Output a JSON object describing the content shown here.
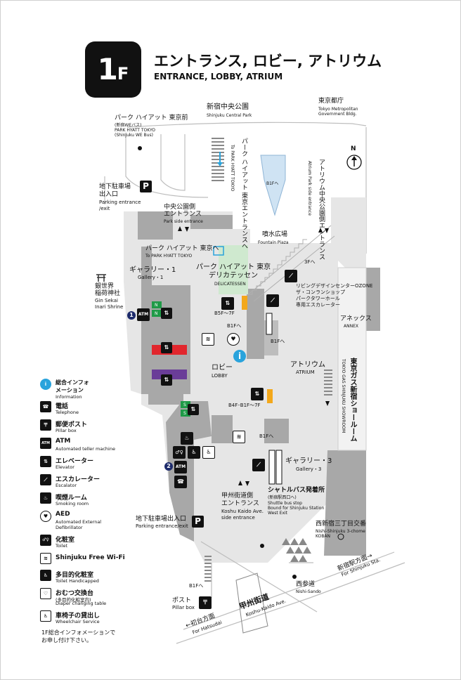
{
  "floor": {
    "number": "1",
    "suffix": "F"
  },
  "title": {
    "jp": "エントランス, ロビー, アトリウム",
    "en": "ENTRANCE, LOBBY, ATRIUM"
  },
  "colors": {
    "walkway": "#e6e6e6",
    "building": "#a8a8a8",
    "deli": "#cfe9cf",
    "accent": "#f3a81b",
    "info": "#29a3dc",
    "water": "#cfe3f3",
    "elev_green": "#1f9a47",
    "elev_red": "#e1262d",
    "elev_purple": "#6a3d98",
    "dot_navy": "#1d2b6b"
  },
  "map_labels": {
    "park_hyatt_bus_jp": "パーク ハイアット 東京前",
    "park_hyatt_bus_sub": "(新宿WEバス)",
    "park_hyatt_bus_en1": "PARK HYATT TOKYO",
    "park_hyatt_bus_en2": "(Shinjuku WE Bus)",
    "central_park_jp": "新宿中央公園",
    "central_park_en": "Shinjuku Central Park",
    "tmg_jp": "東京都庁",
    "tmg_en1": "Tokyo Metropolitan",
    "tmg_en2": "Government Bldg.",
    "north": "N",
    "park_hyatt_entrance_v_jp": "パーク ハイアット 東京エントランスへ",
    "park_hyatt_entrance_v_en": "To PARK HYATT TOKYO",
    "b1f_to": "B1Fへ",
    "atrium_park_side_jp": "アトリウム中央公園側エントランス",
    "atrium_park_side_en": "Atrium Park side entrance",
    "parking_entrance_jp1": "地下駐車場",
    "parking_entrance_jp2": "出入口",
    "parking_entrance_en1": "Parking entrance",
    "parking_entrance_en2": "/exit",
    "park_side_entrance_jp1": "中央公園側",
    "park_side_entrance_jp2": "エントランス",
    "park_side_entrance_en": "Park side entrance",
    "fountain_plaza_jp": "噴水広場",
    "fountain_plaza_en": "Fountain Piaza",
    "to_park_hyatt_jp": "パーク ハイアット 東京へ",
    "to_park_hyatt_en": "To PARK HYATT TOKYO",
    "gallery1_jp": "ギャラリー・1",
    "gallery1_en": "Gallery・1",
    "deli_jp1": "パーク ハイアット 東京",
    "deli_jp2": "デリカテッセン",
    "deli_en": "DELICATESSEN",
    "floor3_to": "3Fへ",
    "ozone_jp1": "リビングデザインセンターOZONE",
    "ozone_jp2": "ザ・コンランショップ",
    "ozone_jp3": "パークタワーホール",
    "ozone_jp4": "専用エスカレーター",
    "ginza_shrine_jp1": "銀世界",
    "ginza_shrine_jp2": "稲荷神社",
    "ginza_shrine_en1": "Gin Sekai",
    "ginza_shrine_en2": "Inari Shrine",
    "b5f_7f": "B5F～7F",
    "b1f_to_2": "B1Fへ",
    "b1f_to_3": "B1Fへ",
    "annex_jp": "アネックス",
    "annex_en": "ANNEX",
    "lobby_jp": "ロビー",
    "lobby_en": "LOBBY",
    "atrium_jp": "アトリウム",
    "atrium_en": "ATRIUM",
    "showroom_jp": "東京ガス新宿ショールーム",
    "showroom_en": "TOKYO GAS SHINJUKU SHOWROOM",
    "b4f_7f": "B4F･B1F～7F",
    "b1f_to_4": "B1Fへ",
    "gallery3_jp": "ギャラリー・3",
    "gallery3_en": "Gallery・3",
    "koshu_entrance_jp1": "甲州街道側",
    "koshu_entrance_jp2": "エントランス",
    "koshu_entrance_en1": "Koshu Kaido Ave.",
    "koshu_entrance_en2": "side entrance",
    "shuttle_jp": "シャトルバス発着所",
    "shuttle_sub": "(新宿駅西口へ)",
    "shuttle_en1": "Shuttle bus stop",
    "shuttle_en2": "Bound for Shinjuku Station",
    "shuttle_en3": "West Exit",
    "koban_jp": "西新宿三丁目交番",
    "koban_en1": "Nishi-Shinjuku 3-chome",
    "koban_en2": "KOBAN",
    "parking2_jp": "地下駐車場出入口",
    "parking2_en": "Parking entrance/exit",
    "b1f_to_5": "B1Fへ",
    "nishisando_jp": "西参道",
    "nishisando_en": "Nishi-Sando",
    "to_shinjuku_jp": "新宿駅方面→",
    "to_shinjuku_en": "For Shinjuku Sta.",
    "post_jp": "ポスト",
    "post_en": "Pillar box",
    "koshu_road_jp": "甲州街道",
    "koshu_road_en": "Koshu-Kaido Ave.",
    "hatsudai_jp": "←初台方面",
    "hatsudai_en": "For Hatsudai",
    "atm": "ATM",
    "dot1": "1",
    "dot2": "2",
    "elev_n": "N",
    "elev_s": "S"
  },
  "legend": [
    {
      "icon": "information-icon",
      "glyph": "i",
      "jp": "総合インフォ",
      "jp2": "メーション",
      "en": "Information"
    },
    {
      "icon": "telephone-icon",
      "glyph": "☎",
      "jp": "電話",
      "en": "Telephone"
    },
    {
      "icon": "pillar-box-icon",
      "glyph": "〒",
      "jp": "郵便ポスト",
      "en": "Pillar box"
    },
    {
      "icon": "atm-icon",
      "glyph": "ATM",
      "jp": "ATM",
      "en": "Automated teller machine"
    },
    {
      "icon": "elevator-icon",
      "glyph": "⇅",
      "jp": "エレベーター",
      "en": "Elevator"
    },
    {
      "icon": "escalator-icon",
      "glyph": "⟋",
      "jp": "エスカレーター",
      "en": "Escalator"
    },
    {
      "icon": "smoking-room-icon",
      "glyph": "♨",
      "jp": "喫煙ルーム",
      "en": "Smoking room"
    },
    {
      "icon": "aed-icon",
      "glyph": "♥",
      "jp": "AED",
      "en": "Automated External",
      "en2": "Defibrillator"
    },
    {
      "icon": "toilet-icon",
      "glyph": "♂♀",
      "jp": "化粧室",
      "en": "Toilet"
    },
    {
      "icon": "wifi-icon",
      "glyph": "≋",
      "jp": "Shinjuku Free Wi-Fi"
    },
    {
      "icon": "handicapped-toilet-icon",
      "glyph": "♿",
      "jp": "多目的化粧室",
      "en": "Toilet Handicapped"
    },
    {
      "icon": "diaper-table-icon",
      "glyph": "♡",
      "jp": "おむつ交換台",
      "en_sub": "(多目的化粧室内)",
      "en": "Diaper changing table"
    },
    {
      "icon": "wheelchair-icon",
      "glyph": "♿",
      "jp": "車椅子の貸出し",
      "en": "Wheelchair Service"
    }
  ],
  "footer_note": {
    "line1": "1F総合インフォメーションで",
    "line2": "お申し付け下さい。"
  }
}
